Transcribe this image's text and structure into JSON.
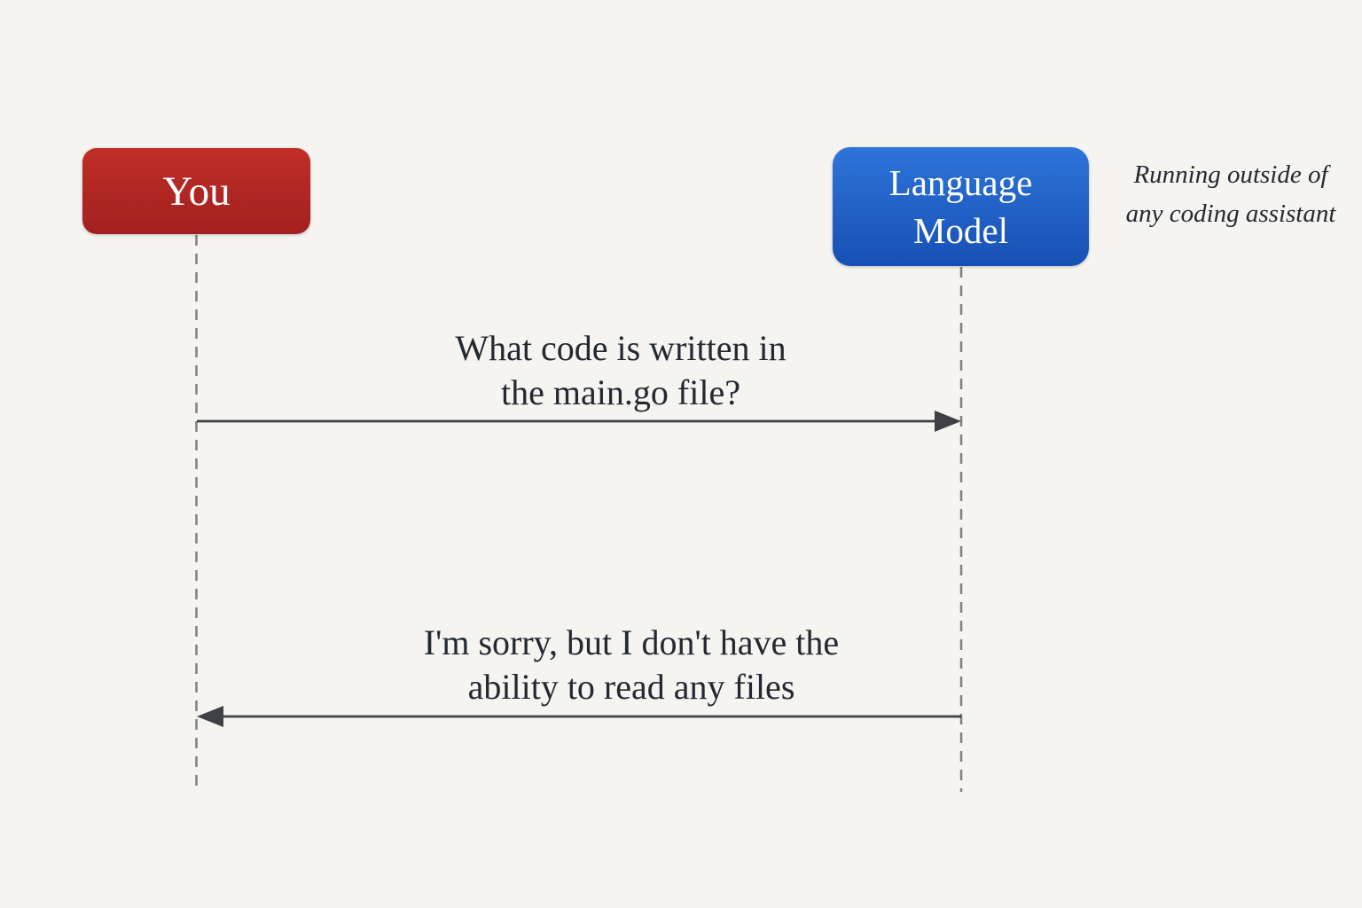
{
  "diagram": {
    "title": "You vs Language Model sequence diagram",
    "actors": [
      {
        "id": "you",
        "label": "You"
      },
      {
        "id": "language-model",
        "label": "Language Model"
      }
    ],
    "annotation": {
      "lines": [
        "Running outside of",
        "any coding assistant"
      ]
    },
    "messages": [
      {
        "from": "You",
        "to": "Language Model",
        "direction": "right",
        "lines": [
          "What code is written in",
          "the main.go file?"
        ]
      },
      {
        "from": "Language Model",
        "to": "You",
        "direction": "left",
        "lines": [
          "I'm sorry, but I don't have the",
          "ability to read any files"
        ]
      }
    ],
    "colors": {
      "background": "#f5f4f1",
      "actor_you_top": "#c02e27",
      "actor_you_bottom": "#a22020",
      "actor_lm_top": "#2e74da",
      "actor_lm_bottom": "#1750b4",
      "actor_text": "#ffffff",
      "arrow": "#3e4043",
      "lifeline": "#7f7f7f",
      "text": "#242830"
    }
  }
}
